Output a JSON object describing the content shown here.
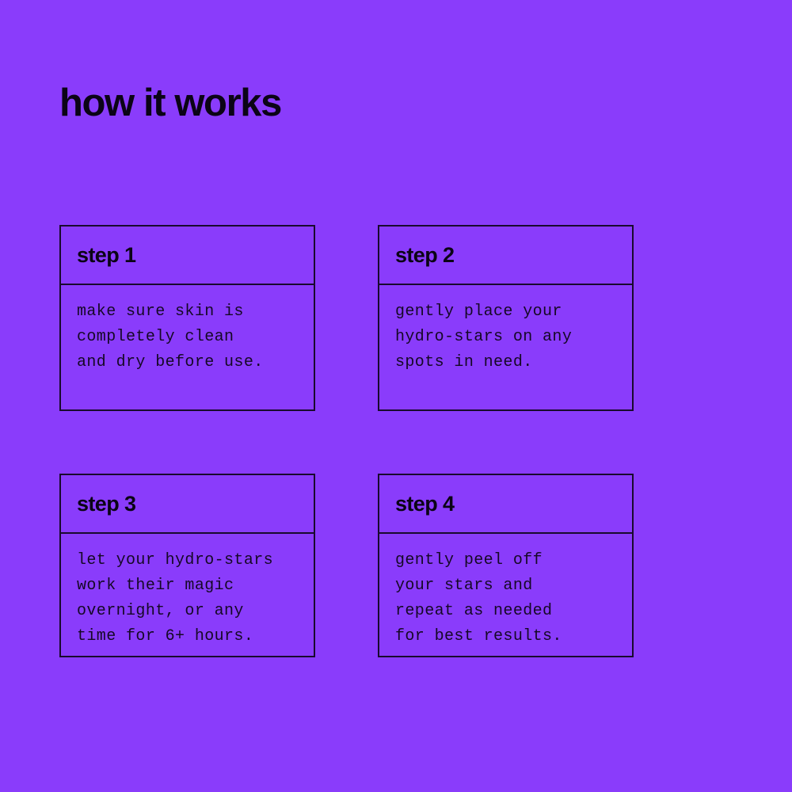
{
  "theme": {
    "background_color": "#8a3cfb",
    "border_color": "#190a2e",
    "heading_color": "#0b0416",
    "body_text_color": "#150825"
  },
  "page": {
    "title": "how it works"
  },
  "steps": [
    {
      "header": "step 1",
      "lines": [
        "make sure skin is",
        "completely clean",
        "and dry before use."
      ]
    },
    {
      "header": "step 2",
      "lines": [
        "gently place your",
        "hydro-stars on any",
        "spots in need."
      ]
    },
    {
      "header": "step 3",
      "lines": [
        "let your hydro-stars",
        "work their magic",
        "overnight, or any",
        "time for 6+ hours."
      ]
    },
    {
      "header": "step 4",
      "lines": [
        "gently peel off",
        "your stars and",
        "repeat as needed",
        "for best results."
      ]
    }
  ]
}
